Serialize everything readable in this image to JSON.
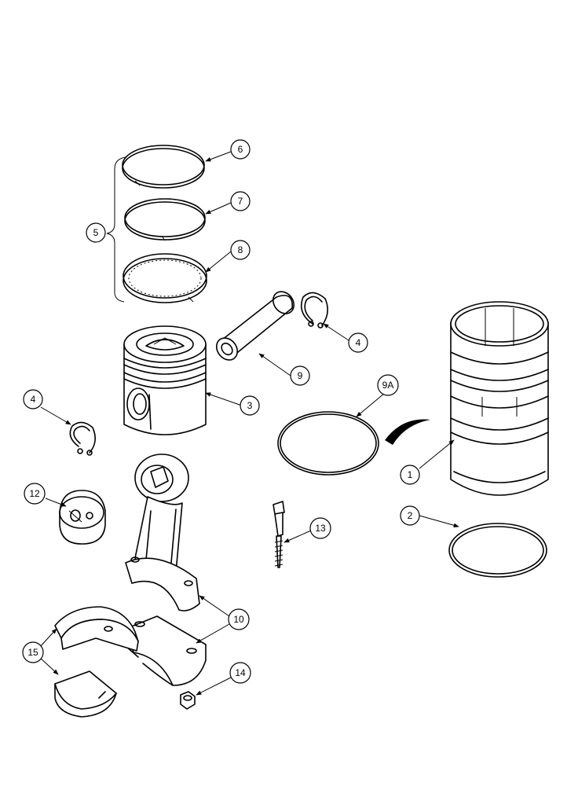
{
  "diagram": {
    "callouts": [
      {
        "id": "c6",
        "label": "6"
      },
      {
        "id": "c7",
        "label": "7"
      },
      {
        "id": "c8",
        "label": "8"
      },
      {
        "id": "c5",
        "label": "5"
      },
      {
        "id": "c4a",
        "label": "4"
      },
      {
        "id": "c9",
        "label": "9"
      },
      {
        "id": "c3",
        "label": "3"
      },
      {
        "id": "c4b",
        "label": "4"
      },
      {
        "id": "c9A",
        "label": "9A"
      },
      {
        "id": "c1",
        "label": "1"
      },
      {
        "id": "c12",
        "label": "12"
      },
      {
        "id": "c13",
        "label": "13"
      },
      {
        "id": "c2",
        "label": "2"
      },
      {
        "id": "c10",
        "label": "10"
      },
      {
        "id": "c15",
        "label": "15"
      },
      {
        "id": "c14",
        "label": "14"
      }
    ]
  }
}
